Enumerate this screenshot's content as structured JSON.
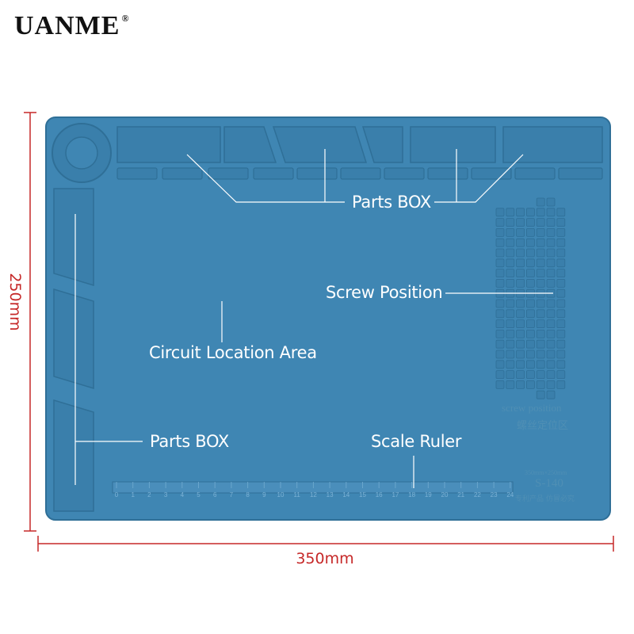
{
  "brand": {
    "name": "UANME",
    "mark": "®"
  },
  "dimensions": {
    "height_label": "250mm",
    "width_label": "350mm",
    "accent_color": "#c62828"
  },
  "mat": {
    "color": "#3f86b3",
    "labels": {
      "parts_box_top": "Parts BOX",
      "screw_position": "Screw Position",
      "circuit_area": "Circuit Location Area",
      "parts_box_left": "Parts BOX",
      "scale_ruler": "Scale Ruler"
    },
    "embossed": {
      "screw_en": "screw position",
      "screw_cn": "螺丝定位区",
      "model_size": "350mm×250mm",
      "model": "S-140",
      "patent": "专利产品 仿冒必究"
    },
    "ruler_ticks": [
      "0",
      "1",
      "2",
      "3",
      "4",
      "5",
      "6",
      "7",
      "8",
      "9",
      "10",
      "11",
      "12",
      "13",
      "14",
      "15",
      "16",
      "17",
      "18",
      "19",
      "20",
      "21",
      "22",
      "23",
      "24"
    ]
  }
}
